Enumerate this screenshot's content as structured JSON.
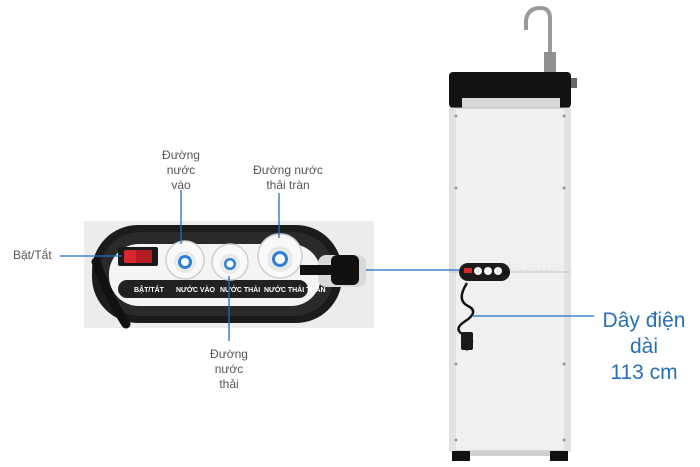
{
  "labels": {
    "power": "Bật/Tắt",
    "inlet": [
      "Đường",
      "nước",
      "vào"
    ],
    "overflow": [
      "Đường nước",
      "thải tràn"
    ],
    "waste": [
      "Đường",
      "nước",
      "thải"
    ],
    "cord": [
      "Dây điện",
      "dài",
      "113 cm"
    ]
  },
  "panel_strip": [
    "BẬT/TẮT",
    "NƯỚC VÀO",
    "NƯỚC THẢI",
    "NƯỚC THẢI TRÀN"
  ],
  "colors": {
    "annotation_line": "#1f6fc0",
    "cord_text": "#2a6fb5",
    "label_text": "#555555",
    "switch": "#d8262e",
    "fitting_ring": "#2e7fd6"
  },
  "icons": [
    "power-switch-icon",
    "water-fitting-icon",
    "power-cord-icon",
    "faucet-icon"
  ]
}
